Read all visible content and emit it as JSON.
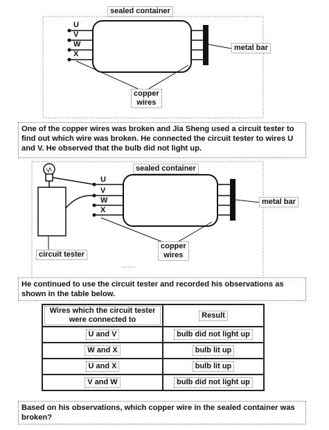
{
  "figure1": {
    "container_label": "sealed container",
    "metal_bar_label": "metal bar",
    "copper_label_line1": "copper",
    "copper_label_line2": "wires",
    "wires": [
      "U",
      "V",
      "W",
      "X"
    ]
  },
  "paragraph1": "One of the copper wires was broken and Jia Sheng used a circuit tester to find out which wire was broken. He connected the circuit tester to wires U and V. He observed that the bulb did not light up.",
  "figure2": {
    "container_label": "sealed container",
    "metal_bar_label": "metal bar",
    "copper_label_line1": "copper",
    "copper_label_line2": "wires",
    "tester_label": "circuit tester",
    "wires": [
      "U",
      "V",
      "W",
      "X"
    ]
  },
  "paragraph2": "He continued to use the circuit tester and recorded his observations as shown in the table below.",
  "table": {
    "headers": [
      "Wires which the circuit tester were connected to",
      "Result"
    ],
    "rows": [
      {
        "wires": "U and V",
        "result": "bulb did not light up"
      },
      {
        "wires": "W and X",
        "result": "bulb lit up"
      },
      {
        "wires": "U and X",
        "result": "bulb lit up"
      },
      {
        "wires": "V and W",
        "result": "bulb did not light up"
      }
    ]
  },
  "question": "Based on his observations, which copper wire in the sealed container was broken?"
}
